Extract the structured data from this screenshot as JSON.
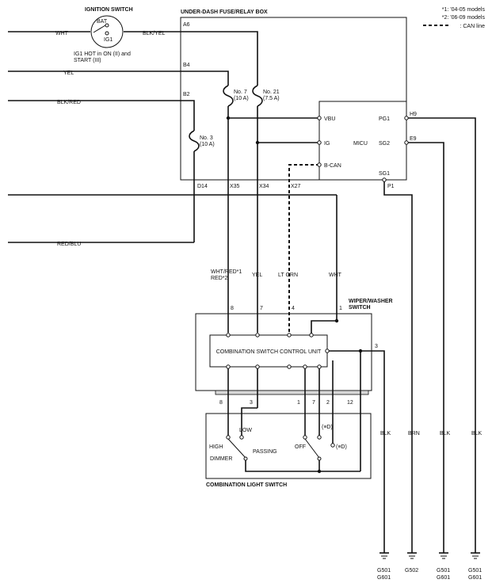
{
  "legend": {
    "note1": "*1: '04-05 models",
    "note2": "*2: '06-09 models",
    "can_line": ": CAN line"
  },
  "ignition": {
    "title": "IGNITION SWITCH",
    "bat": "BAT",
    "ig1": "IG1",
    "note_line1": "IG1 HOT in ON (II) and",
    "note_line2": "START (III)",
    "wire_in": "WHT",
    "wire_out": "BLK/YEL"
  },
  "fusebox": {
    "title": "UNDER-DASH FUSE/RELAY BOX",
    "pins": {
      "a6": "A6",
      "b4": "B4",
      "b2": "B2",
      "d14": "D14",
      "x35": "X35",
      "x34": "X34",
      "x27": "X27"
    },
    "fuse7": {
      "line1": "No. 7",
      "line2": "(10 A)"
    },
    "fuse21": {
      "line1": "No. 21",
      "line2": "(7.5 A)"
    },
    "fuse3": {
      "line1": "No. 3",
      "line2": "(10 A)"
    }
  },
  "micu": {
    "title": "MICU",
    "vbu": "VBU",
    "ig": "IG",
    "bcan": "B-CAN",
    "pg1": "PG1",
    "sg2": "SG2",
    "sg1": "SG1",
    "p1": "P1",
    "h9": "H9",
    "e9": "E9"
  },
  "left_wires": {
    "yel": "YEL",
    "blkred": "BLK/RED",
    "redblu": "RED/BLU"
  },
  "mid_wires": {
    "whtred1": "WHT/RED*1",
    "red2": "RED*2",
    "yel": "YEL",
    "ltgrn": "LT GRN",
    "wht": "WHT"
  },
  "wiper": {
    "title1": "WIPER/WASHER",
    "title2": "SWITCH",
    "control_unit": "COMBINATION SWITCH CONTROL UNIT",
    "pin8": "8",
    "pin7": "7",
    "pin4": "4",
    "pin1": "1",
    "pin3": "3"
  },
  "light_switch": {
    "title": "COMBINATION LIGHT SWITCH",
    "pins": {
      "p8": "8",
      "p3": "3",
      "p1": "1",
      "p7": "7",
      "p2": "2",
      "p12": "12"
    },
    "high": "HIGH",
    "low": "LOW",
    "dimmer": "DIMMER",
    "passing": "PASSING",
    "off": "OFF",
    "pos_a": "(≡D)",
    "pos_b": "(≡D)"
  },
  "grounds": [
    {
      "wire": "BLK",
      "line1": "G501",
      "line2": "G601"
    },
    {
      "wire": "BRN",
      "line1": "G502",
      "line2": ""
    },
    {
      "wire": "BLK",
      "line1": "G501",
      "line2": "G601"
    },
    {
      "wire": "BLK",
      "line1": "G501",
      "line2": "G601"
    }
  ]
}
